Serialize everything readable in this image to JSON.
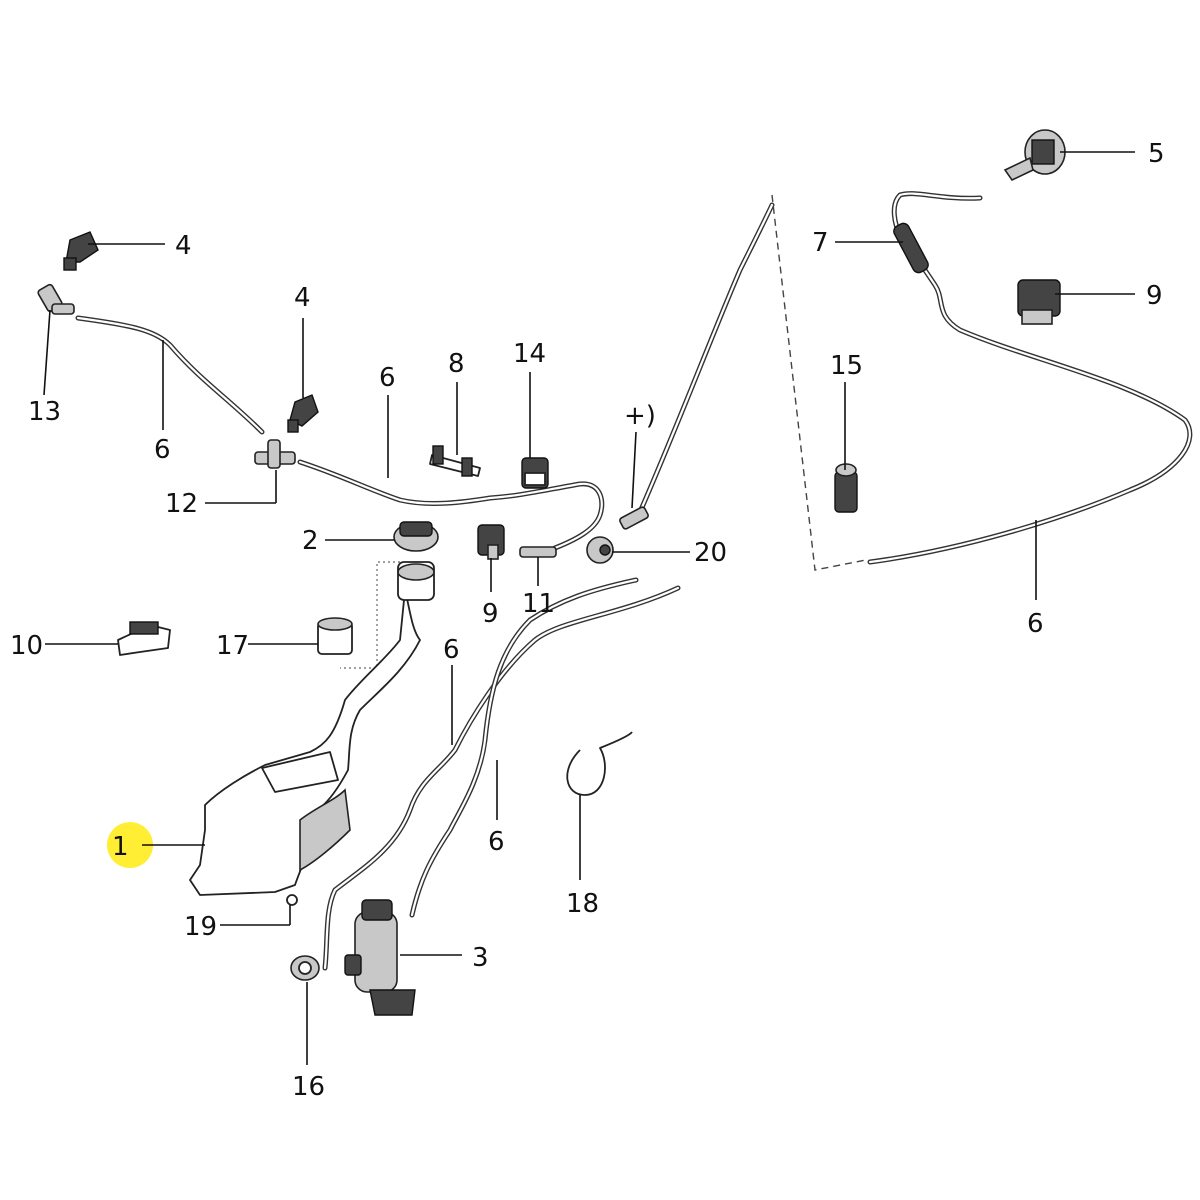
{
  "highlight_color": "#ffee33",
  "labels": {
    "p1": "1",
    "p2": "2",
    "p3": "3",
    "p4a": "4",
    "p4b": "4",
    "p5": "5",
    "p6a": "6",
    "p6b": "6",
    "p6c": "6",
    "p6d": "6",
    "p6e": "6",
    "p7": "7",
    "p8": "8",
    "p9a": "9",
    "p9b": "9",
    "p10": "10",
    "p11": "11",
    "p12": "12",
    "p13": "13",
    "p14": "14",
    "p15": "15",
    "p16": "16",
    "p17": "17",
    "p18": "18",
    "p19": "19",
    "p20": "20",
    "pplus": "+)"
  }
}
